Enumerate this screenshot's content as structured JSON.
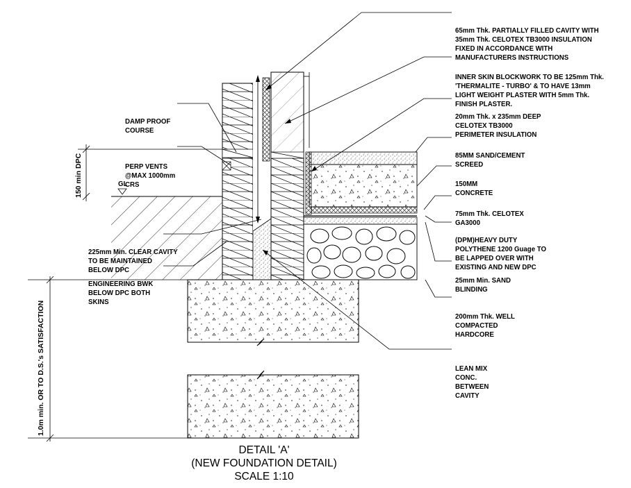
{
  "drawing": {
    "title_lines": [
      "DETAIL 'A'",
      "(NEW FOUNDATION DETAIL)",
      "SCALE 1:10"
    ]
  },
  "annotations": {
    "cavity_insulation": [
      "65mm Thk. PARTIALLY FILLED CAVITY WITH",
      "35mm Thk. CELOTEX TB3000 INSULATION",
      "FIXED IN ACCORDANCE WITH",
      "MANUFACTURERS INSTRUCTIONS"
    ],
    "inner_skin": [
      "INNER SKIN BLOCKWORK TO BE 125mm Thk.",
      "'THERMALITE - TURBO' & TO HAVE 13mm",
      "LIGHT WEIGHT PLASTER WITH 5mm Thk.",
      "FINISH PLASTER."
    ],
    "perimeter_insulation": [
      "20mm Thk. x 235mm DEEP",
      "CELOTEX TB3000",
      "PERIMETER INSULATION"
    ],
    "screed": [
      "85MM SAND/CEMENT",
      "SCREED"
    ],
    "concrete": [
      "150MM",
      "CONCRETE"
    ],
    "celotex_ga": [
      "75mm Thk. CELOTEX",
      "GA3000"
    ],
    "dpm": [
      "(DPM)HEAVY DUTY",
      "POLYTHENE 1200 Guage TO",
      "BE LAPPED OVER WITH",
      "EXISTING AND NEW DPC"
    ],
    "sand_blinding": [
      "25mm Min. SAND",
      "BLINDING"
    ],
    "hardcore": [
      "200mm Thk. WELL",
      "COMPACTED",
      "HARDCORE"
    ],
    "lean_mix": [
      "LEAN MIX",
      "CONC.",
      "BETWEEN",
      "CAVITY"
    ],
    "dpc": [
      "DAMP PROOF",
      "COURSE"
    ],
    "perp_vents": [
      "PERP VENTS",
      "@MAX 1000mm",
      "CRS"
    ],
    "clear_cavity": [
      "225mm Min. CLEAR CAVITY",
      "TO BE MAINTAINED",
      "BELOW DPC"
    ],
    "engineering_bwk": [
      "ENGINEERING BWK",
      "BELOW DPC BOTH",
      "SKINS"
    ]
  },
  "dimensions": {
    "dpc_height": "150 min DPC",
    "ground_level": "GL",
    "foundation_depth": "1.0m min. OR TO D.S.'s SATISFACTION"
  },
  "colors": {
    "line": "#000000",
    "background": "#ffffff"
  }
}
